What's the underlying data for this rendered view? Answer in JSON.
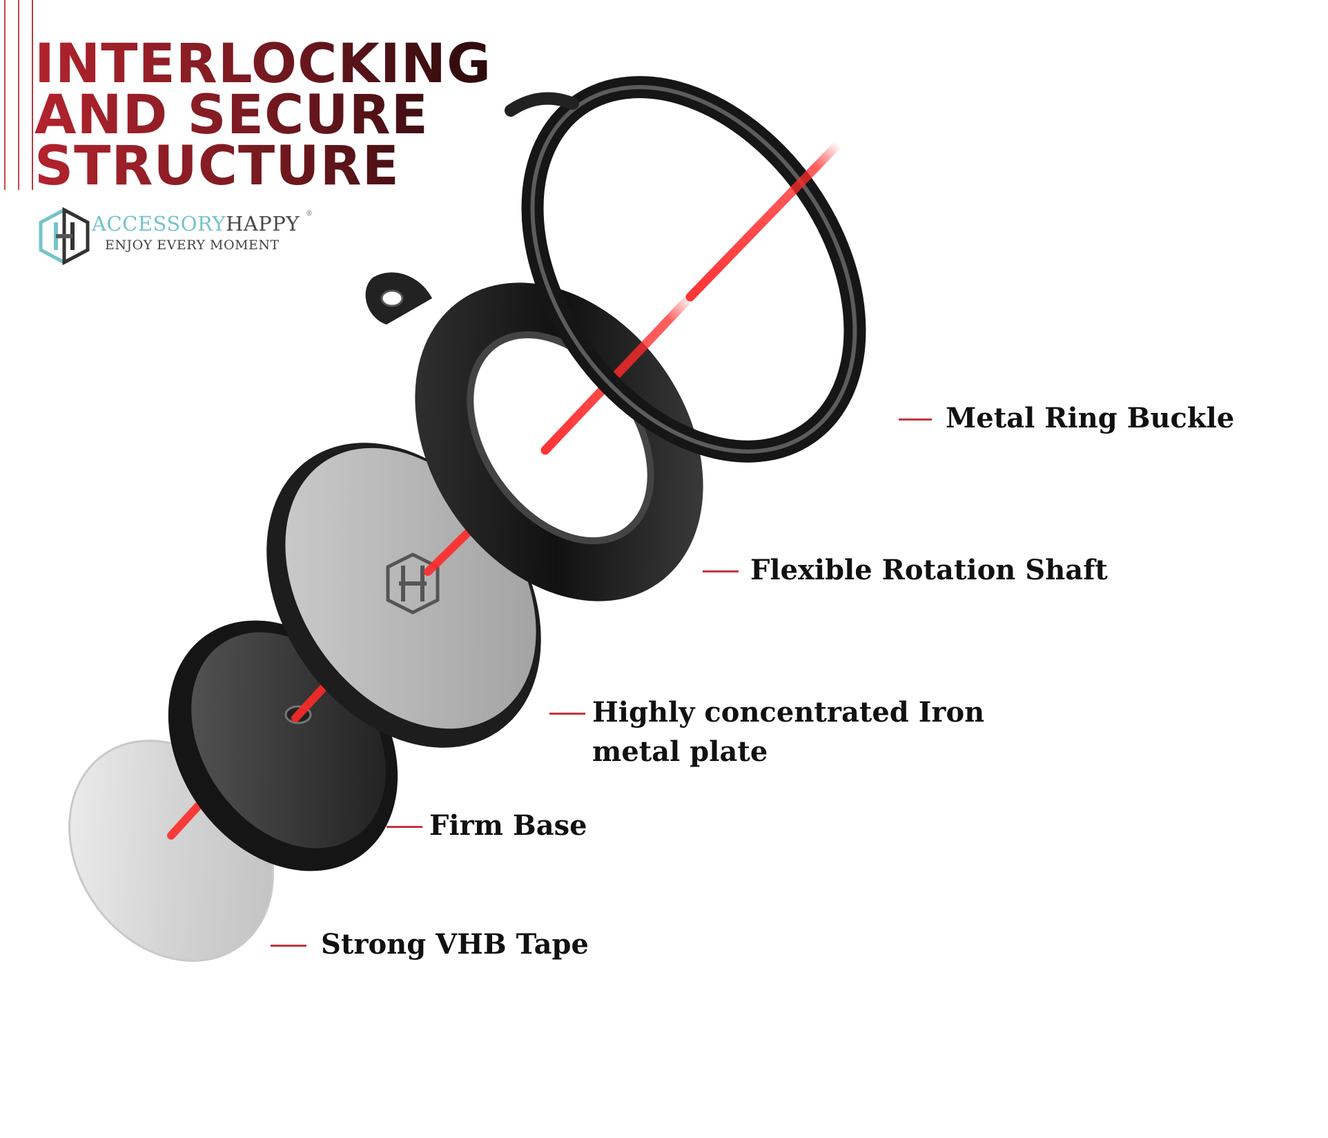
{
  "title": {
    "lines": [
      "INTERLOCKING",
      "AND SECURE",
      "STRUCTURE"
    ]
  },
  "brand": {
    "name_part1": "ACCESSORY",
    "name_part2": "HAPPY",
    "registered_mark": "®",
    "tagline": "ENJOY EVERY MOMENT",
    "logo_icon": "ah-hexagon-logo-icon"
  },
  "components": [
    {
      "label": "Metal Ring Buckle"
    },
    {
      "label": "Flexible Rotation Shaft"
    },
    {
      "label": "Highly concentrated Iron",
      "label_line2": "metal plate"
    },
    {
      "label": "Firm Base"
    },
    {
      "label": "Strong VHB Tape"
    }
  ],
  "colors": {
    "title_red": "#b3232d",
    "title_dark": "#2b0a0c",
    "brand_teal": "#74c3cc",
    "leader_red": "#c8343c",
    "axis_red": "#ff2a2a"
  }
}
